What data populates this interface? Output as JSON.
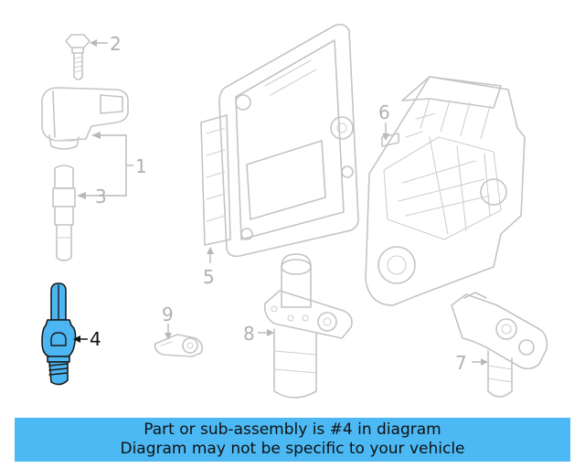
{
  "callouts": {
    "c1": "1",
    "c2": "2",
    "c3": "3",
    "c4": "4",
    "c5": "5",
    "c6": "6",
    "c7": "7",
    "c8": "8",
    "c9": "9"
  },
  "highlighted_part": "4",
  "colors": {
    "highlight": "#4cb6f2",
    "banner": "#4cb9f4",
    "line_art": "#c4c4c4"
  },
  "banner": {
    "line1": "Part or sub-assembly is #4 in diagram",
    "line2": "Diagram may not be specific to your vehicle"
  }
}
